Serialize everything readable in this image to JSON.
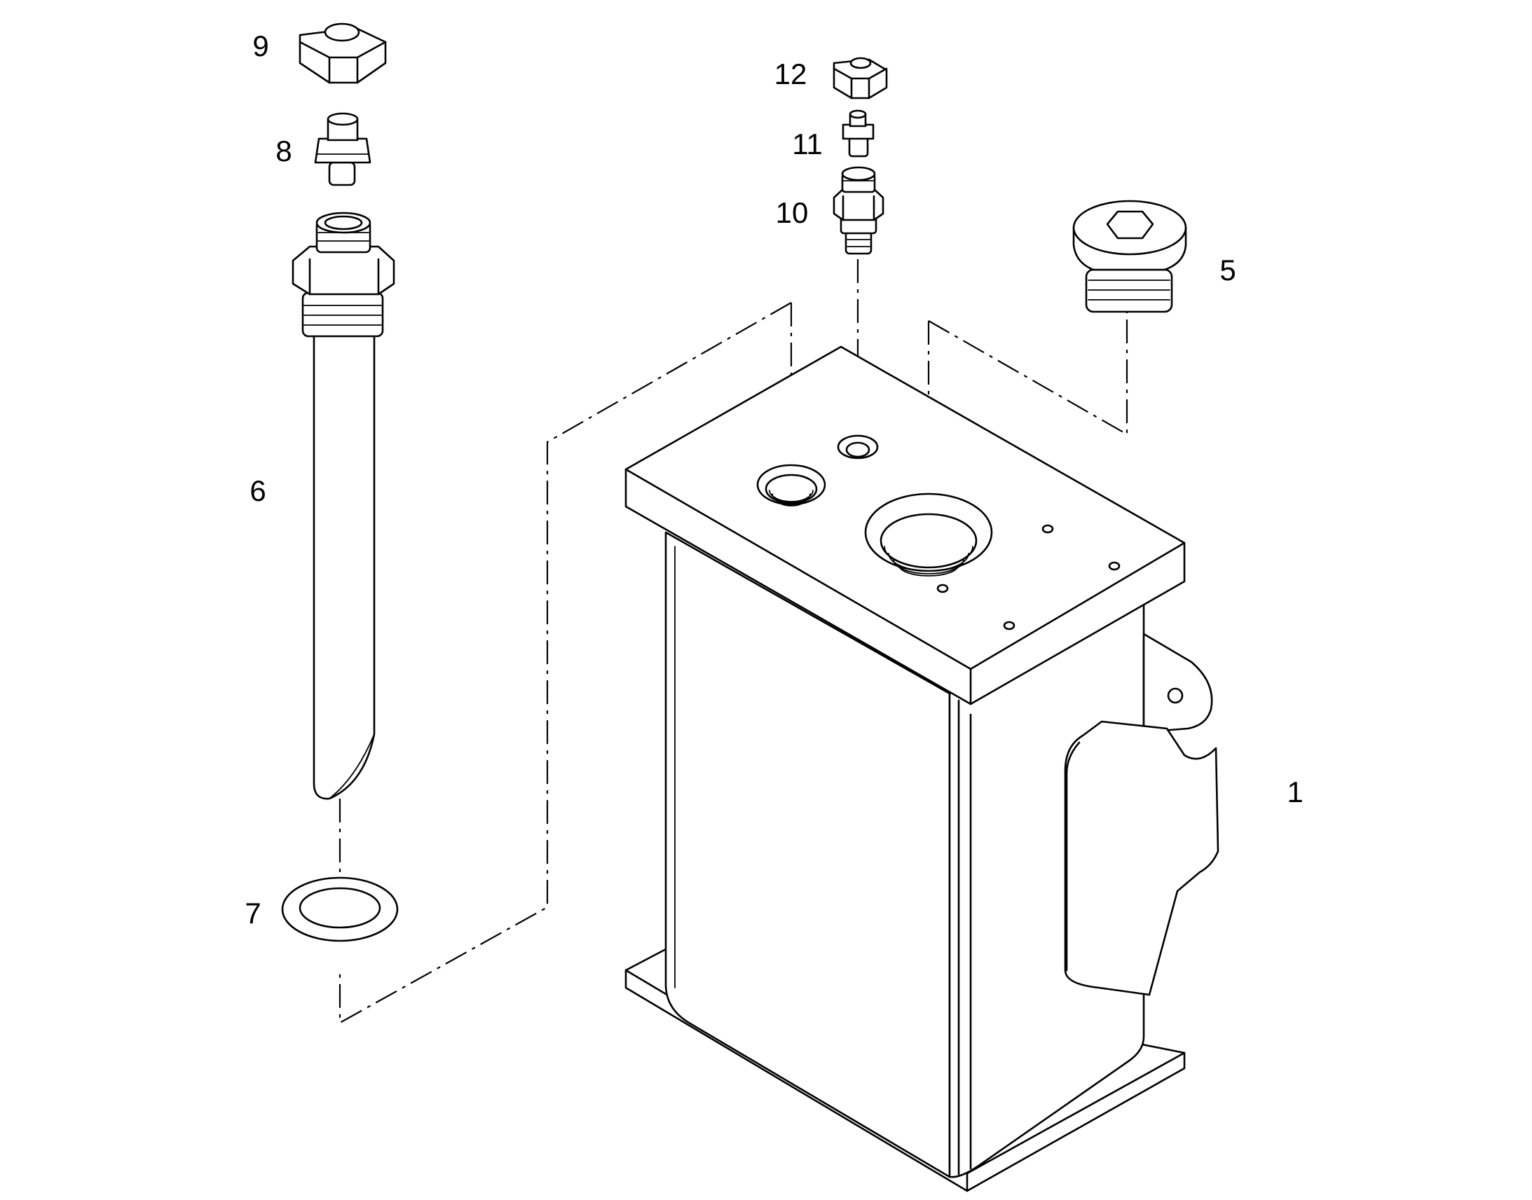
{
  "callouts": {
    "p1": "1",
    "p5": "5",
    "p6": "6",
    "p7": "7",
    "p8": "8",
    "p9": "9",
    "p10": "10",
    "p11": "11",
    "p12": "12"
  },
  "colors": {
    "line": "#000000",
    "background": "#ffffff"
  }
}
